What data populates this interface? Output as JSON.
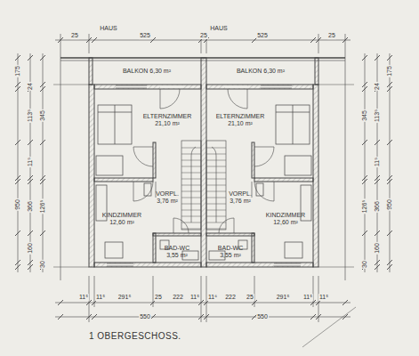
{
  "diagram": {
    "caption": "1 OBERGESCHOSS.",
    "nodes": [
      {
        "text": [
          "BALKON 6,30 m²"
        ]
      },
      {
        "text": [
          "BALKON 6,30 m²"
        ]
      },
      {
        "text": [
          "ELTERNZIMMER",
          "21,10 m²"
        ]
      },
      {
        "text": [
          "ELTERNZIMMER",
          "21,10 m²"
        ]
      },
      {
        "text": [
          "VORPL.",
          "3,76 m²"
        ]
      },
      {
        "text": [
          "VORPL.",
          "3,76 m²"
        ]
      },
      {
        "text": [
          "KINDZIMMER",
          "12,60 m²"
        ]
      },
      {
        "text": [
          "KINDZIMMER",
          "12,60 m²"
        ]
      },
      {
        "text": [
          "BAD-WC",
          "3,55 m²"
        ]
      },
      {
        "text": [
          "BAD-WC",
          "3,55 m²"
        ]
      }
    ],
    "labels": [
      "HAUS",
      "HAUS",
      "25",
      "525",
      "25",
      "525",
      "25",
      "175",
      "950",
      "24",
      "113⁵",
      "11⁵",
      "366",
      "160",
      "345",
      "126⁵",
      "30",
      "175",
      "950",
      "24",
      "113⁵",
      "11⁵",
      "366",
      "160",
      "345",
      "126⁵",
      "30",
      "11⁵",
      "11⁵",
      "291⁵",
      "25",
      "222",
      "11⁵",
      "11⁶",
      "222",
      "25",
      "291⁵",
      "11⁵",
      "11⁵",
      "550",
      "550"
    ]
  }
}
